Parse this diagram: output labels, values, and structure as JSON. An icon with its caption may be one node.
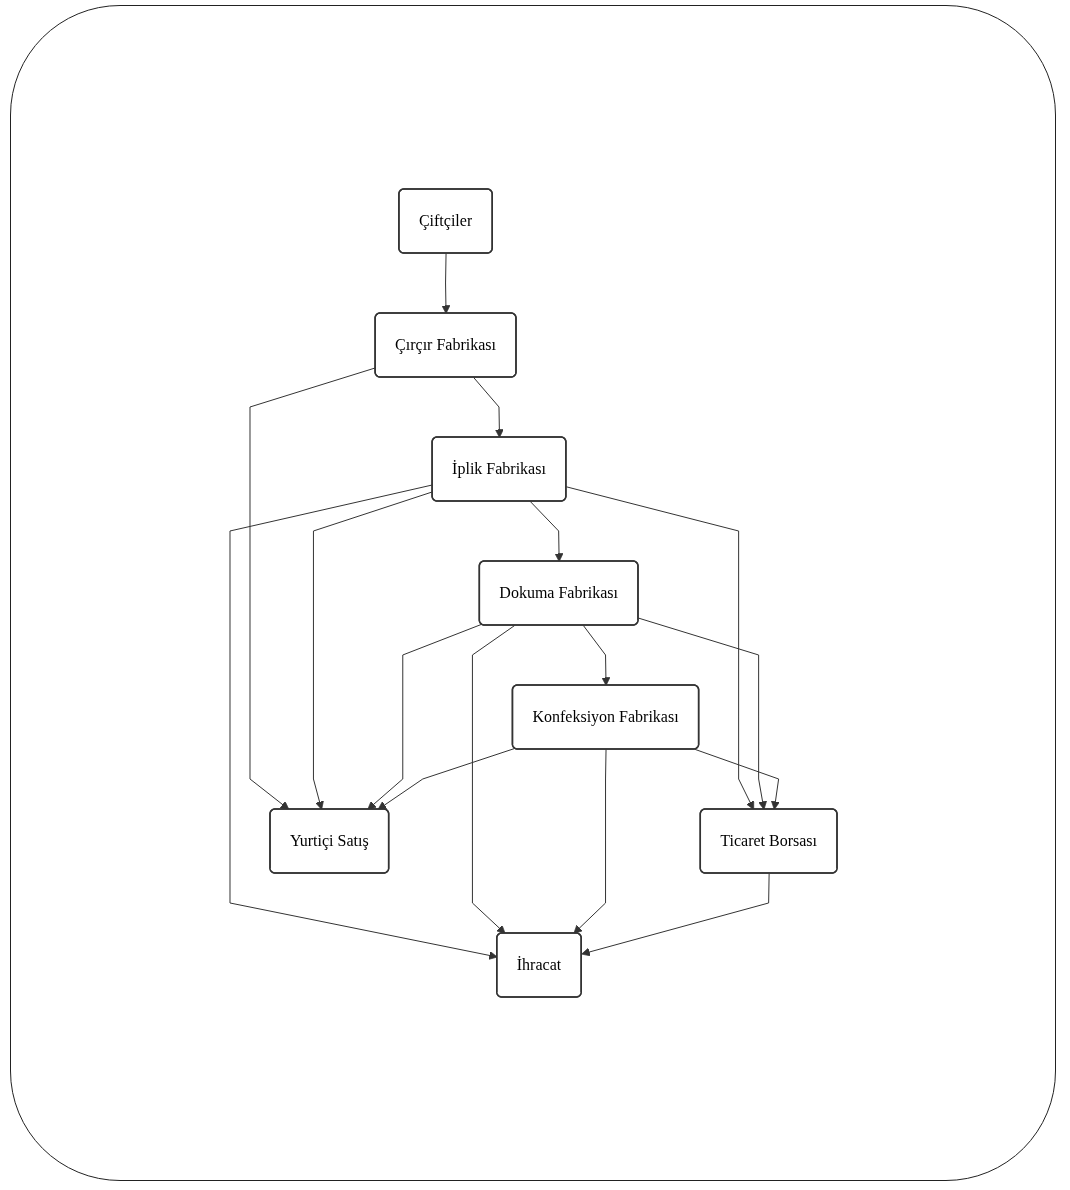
{
  "diagram": {
    "nodes": [
      {
        "text": [
          "Çiftçiler"
        ]
      },
      {
        "text": [
          "Çırçır Fabrikası"
        ]
      },
      {
        "text": [
          "İplik Fabrikası"
        ]
      },
      {
        "text": [
          "Dokuma Fabrikası"
        ]
      },
      {
        "text": [
          "Konfeksiyon Fabrikası"
        ]
      },
      {
        "text": [
          "Ticaret Borsası"
        ]
      },
      {
        "text": [
          "İhracat"
        ]
      },
      {
        "text": [
          "Yurtiçi Satış"
        ]
      }
    ],
    "edges": [
      {
        "from": 0,
        "to": 1,
        "arrow": "to"
      },
      {
        "from": 1,
        "to": 2,
        "arrow": "to"
      },
      {
        "from": 2,
        "to": 3,
        "arrow": "to"
      },
      {
        "from": 3,
        "to": 4,
        "arrow": "to"
      },
      {
        "from": 1,
        "to": 7,
        "arrow": "to"
      },
      {
        "from": 2,
        "to": 7,
        "arrow": "to"
      },
      {
        "from": 3,
        "to": 7,
        "arrow": "to"
      },
      {
        "from": 4,
        "to": 7,
        "arrow": "to"
      },
      {
        "from": 2,
        "to": 5,
        "arrow": "to"
      },
      {
        "from": 2,
        "to": 6,
        "arrow": "to"
      },
      {
        "from": 3,
        "to": 5,
        "arrow": "to"
      },
      {
        "from": 3,
        "to": 6,
        "arrow": "to"
      },
      {
        "from": 4,
        "to": 5,
        "arrow": "to"
      },
      {
        "from": 4,
        "to": 6,
        "arrow": "to"
      },
      {
        "from": 5,
        "to": 6,
        "arrow": "to"
      }
    ]
  }
}
